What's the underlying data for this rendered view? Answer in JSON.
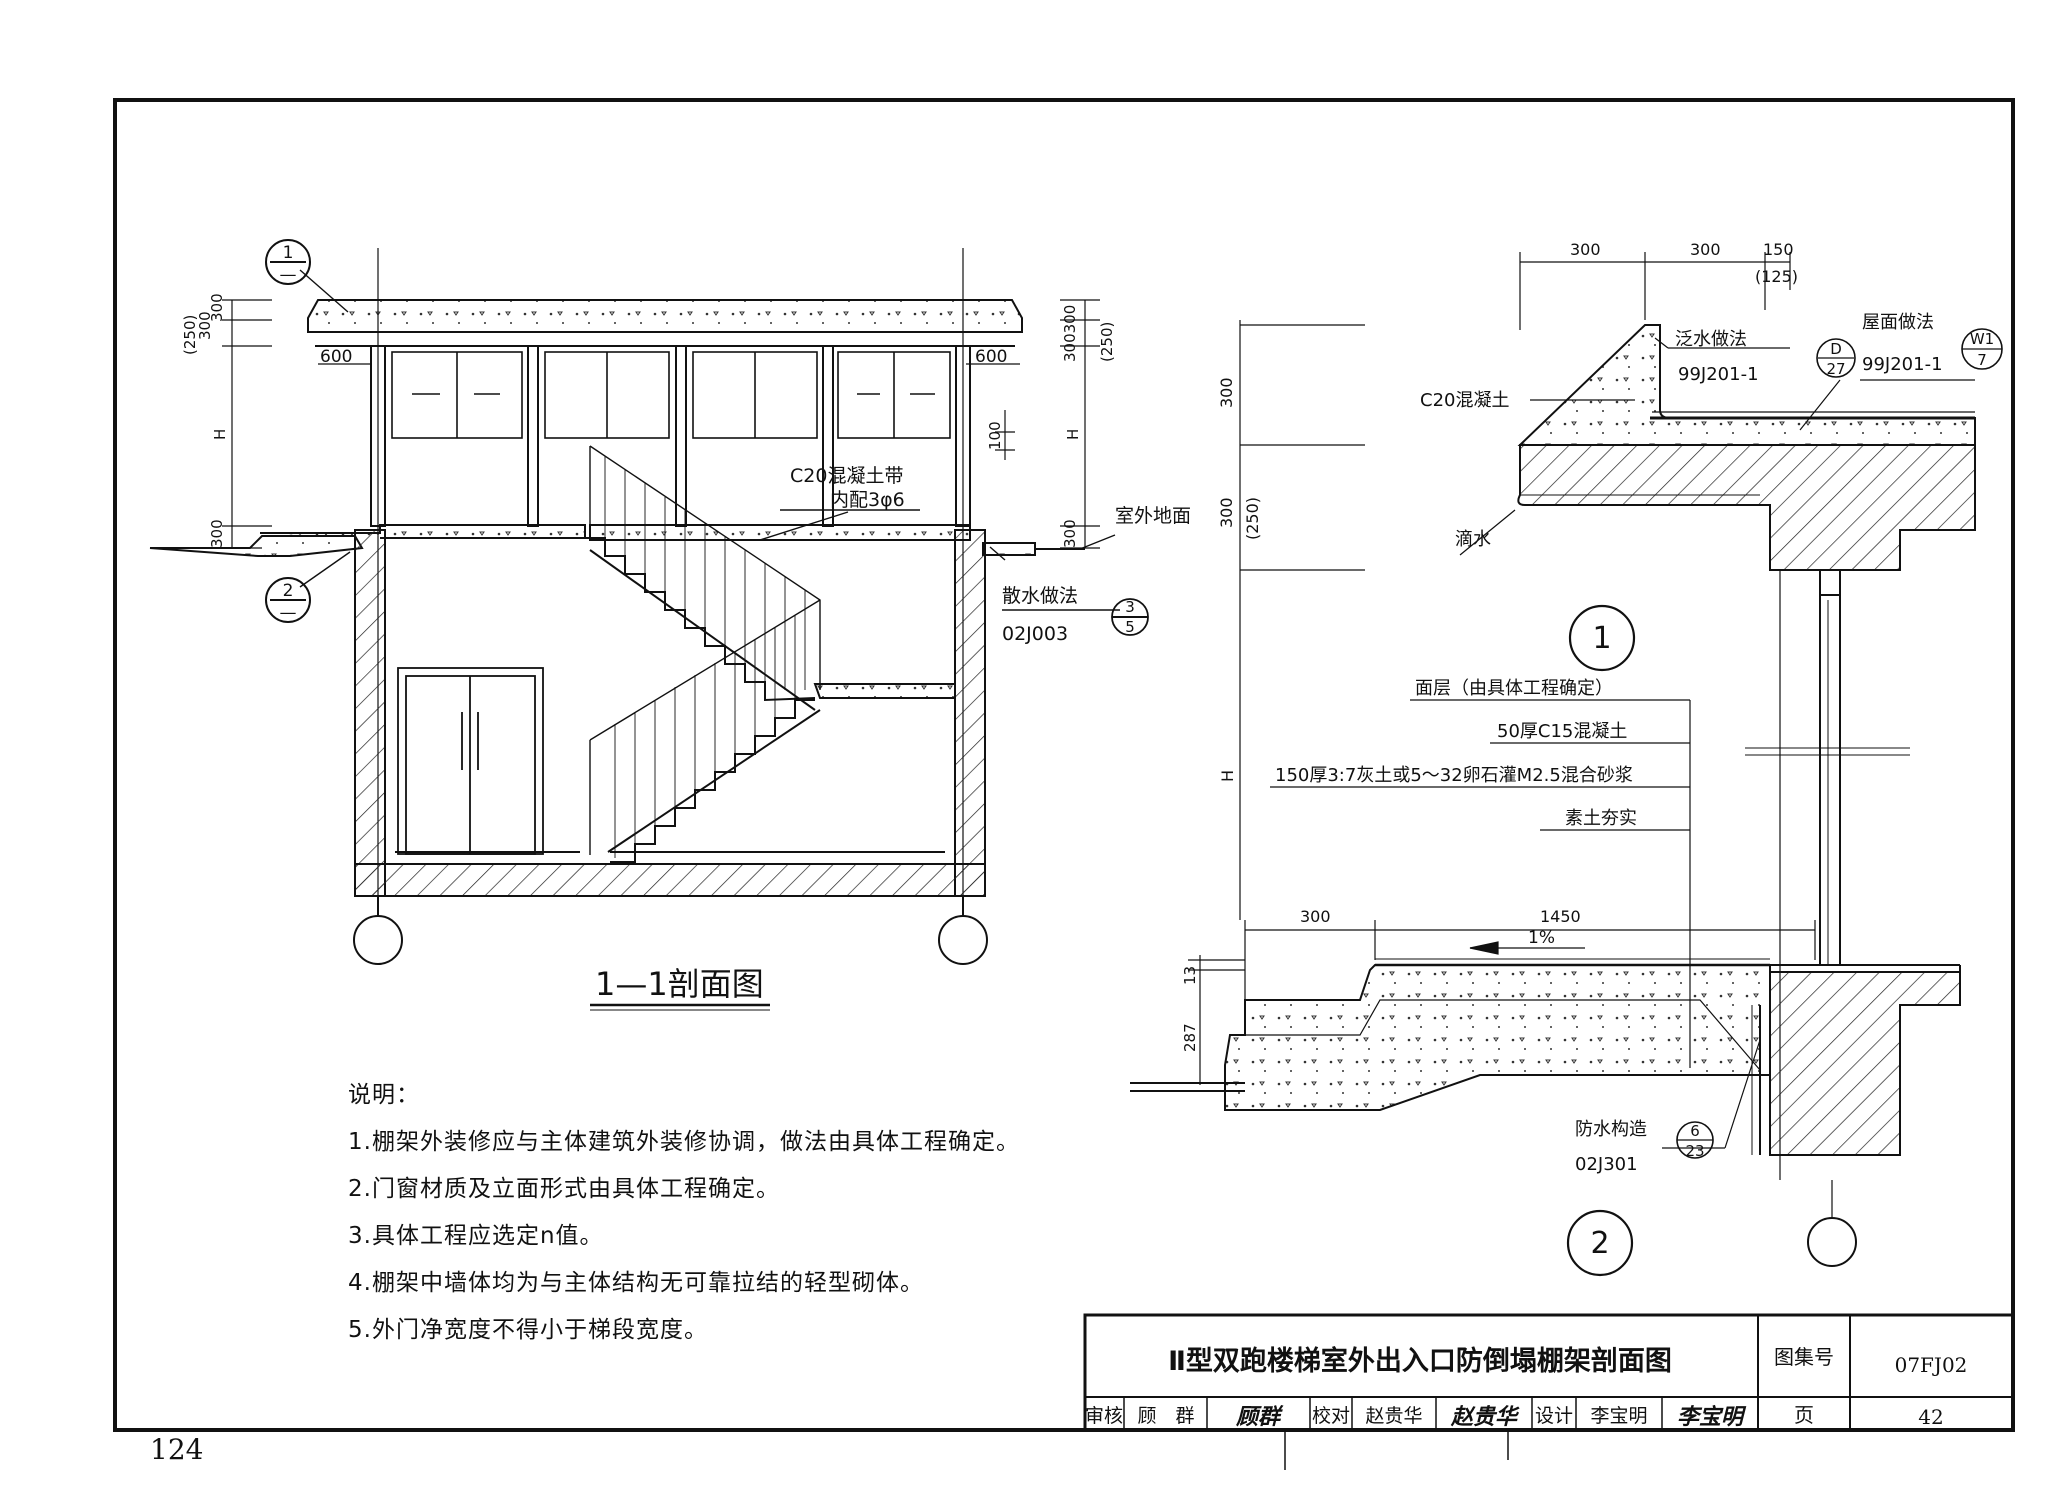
{
  "page_number": "124",
  "section_view": {
    "title": "1—1剖面图",
    "labels": {
      "band": "C20混凝土带",
      "band_rebar": "内配3φ6",
      "ground": "室外地面",
      "apron": "散水做法",
      "apron_ref": "02J003",
      "apron_idx_top": "3",
      "apron_idx_bottom": "5"
    },
    "dims_left": [
      "(250)",
      "300",
      "300",
      "H",
      "300"
    ],
    "dims_right": [
      "300300",
      "(250)",
      "H",
      "100",
      "300"
    ],
    "overhang_left": "600",
    "overhang_right": "600",
    "callout_1": {
      "top": "1",
      "bottom": "—"
    },
    "callout_2": {
      "top": "2",
      "bottom": "—"
    }
  },
  "detail_1": {
    "number": "1",
    "dims_top": [
      "300",
      "300",
      "150",
      "(125)"
    ],
    "dims_left": [
      "300",
      "300",
      "(250)"
    ],
    "labels": {
      "flashing": "泛水做法",
      "flashing_ref": "99J201-1",
      "flashing_idx_top": "D",
      "flashing_idx_bottom": "27",
      "roof": "屋面做法",
      "roof_ref": "99J201-1",
      "roof_idx_top": "W1",
      "roof_idx_bottom": "7",
      "concrete": "C20混凝土",
      "drip": "滴水"
    }
  },
  "detail_2": {
    "number": "2",
    "dim_h": "H",
    "dims_bottom": [
      "300",
      "1450"
    ],
    "slope": "1%",
    "dims_left": [
      "13",
      "287"
    ],
    "layers": [
      "面层（由具体工程确定）",
      "50厚C15混凝土",
      "150厚3:7灰土或5～32卵石灌M2.5混合砂浆",
      "素土夯实"
    ],
    "waterproof": "防水构造",
    "waterproof_ref": "02J301",
    "waterproof_idx_top": "6",
    "waterproof_idx_bottom": "23"
  },
  "notes": {
    "heading": "说明：",
    "items": [
      "1.棚架外装修应与主体建筑外装修协调，做法由具体工程确定。",
      "2.门窗材质及立面形式由具体工程确定。",
      "3.具体工程应选定n值。",
      "4.棚架中墙体均为与主体结构无可靠拉结的轻型砌体。",
      "5.外门净宽度不得小于梯段宽度。"
    ]
  },
  "title_block": {
    "title": "Ⅱ型双跑楼梯室外出入口防倒塌棚架剖面图",
    "atlas_label": "图集号",
    "atlas_no": "07FJ02",
    "page_label": "页",
    "page_no": "42",
    "review_label": "审核",
    "reviewer": "顾　群",
    "reviewer_sign": "顾群",
    "check_label": "校对",
    "checker": "赵贵华",
    "checker_sign": "赵贵华",
    "design_label": "设计",
    "designer": "李宝明",
    "designer_sign": "李宝明"
  }
}
